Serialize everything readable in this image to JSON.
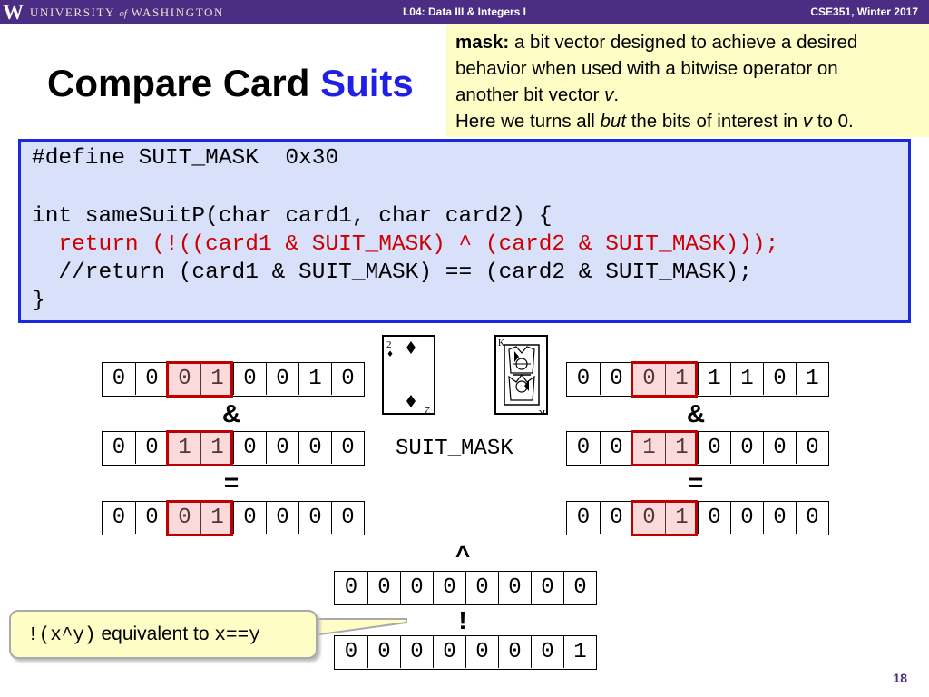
{
  "header": {
    "logo_letter": "W",
    "university_pre": "UNIVERSITY",
    "university_of": "of",
    "university_post": "WASHINGTON",
    "lecture": "L04: Data III & Integers I",
    "course": "CSE351, Winter 2017"
  },
  "title": {
    "main": "Compare Card ",
    "accent": "Suits"
  },
  "definition": {
    "term": "mask:",
    "line1": " a bit vector designed to achieve a desired",
    "line2": "behavior when used with a bitwise operator on",
    "line3_pre": "another bit vector ",
    "line3_var": "v",
    "line3_post": ".",
    "line4_pre": "Here we turns all ",
    "line4_em": "but",
    "line4_mid": " the bits of interest in ",
    "line4_var": "v",
    "line4_post": " to 0."
  },
  "code": {
    "line1": "#define SUIT_MASK  0x30",
    "line2": "int sameSuitP(char card1, char card2) {",
    "line3": "  return (!((card1 & SUIT_MASK) ^ (card2 & SUIT_MASK)));",
    "line4": "  //return (card1 & SUIT_MASK) == (card2 & SUIT_MASK);",
    "line5": "}"
  },
  "left_rows": {
    "card1": [
      "0",
      "0",
      "0",
      "1",
      "0",
      "0",
      "1",
      "0"
    ],
    "mask": [
      "0",
      "0",
      "1",
      "1",
      "0",
      "0",
      "0",
      "0"
    ],
    "result": [
      "0",
      "0",
      "0",
      "1",
      "0",
      "0",
      "0",
      "0"
    ]
  },
  "right_rows": {
    "card2": [
      "0",
      "0",
      "0",
      "1",
      "1",
      "1",
      "0",
      "1"
    ],
    "mask": [
      "0",
      "0",
      "1",
      "1",
      "0",
      "0",
      "0",
      "0"
    ],
    "result": [
      "0",
      "0",
      "0",
      "1",
      "0",
      "0",
      "0",
      "0"
    ]
  },
  "center_rows": {
    "xor_result": [
      "0",
      "0",
      "0",
      "0",
      "0",
      "0",
      "0",
      "0"
    ],
    "not_result": [
      "0",
      "0",
      "0",
      "0",
      "0",
      "0",
      "0",
      "1"
    ]
  },
  "operators": {
    "and": "&",
    "equals": "=",
    "xor": "^",
    "not": "!"
  },
  "suit_mask_label": "SUIT_MASK",
  "cards": {
    "left": {
      "rank": "2",
      "suit": "♦",
      "rank_rotated": "2"
    },
    "right": {
      "rank": "K",
      "suit": "♦",
      "rank_rotated": "K"
    }
  },
  "callout": {
    "code_pre": "!(x^y)",
    "text": " equivalent to ",
    "code_post": "x==y"
  },
  "page_number": "18",
  "colors": {
    "header_purple": "#4b2e83",
    "highlight_red": "#c00000",
    "code_border_blue": "#1c28dc",
    "title_blue": "#1f1fe6"
  }
}
